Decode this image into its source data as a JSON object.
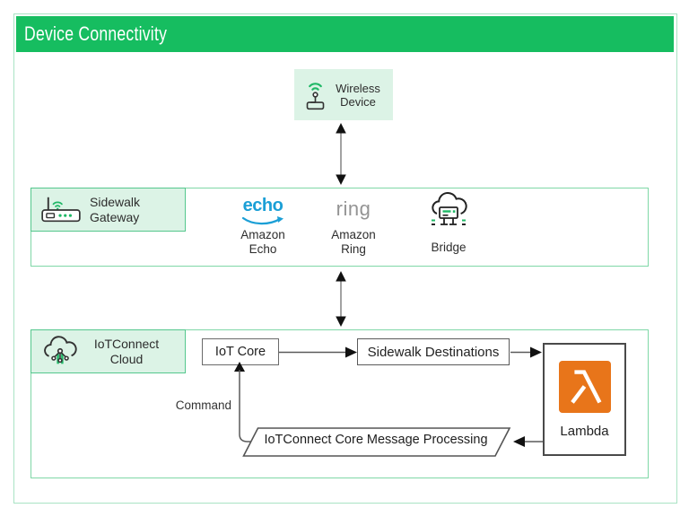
{
  "title_bar": {
    "title": "Device Connectivity"
  },
  "device": {
    "label": "Wireless Device"
  },
  "gateway": {
    "label": "Sidewalk Gateway",
    "echo_logo": "echo",
    "echo_label": "Amazon Echo",
    "ring_logo": "ring",
    "ring_label": "Amazon Ring",
    "bridge_label": "Bridge"
  },
  "cloud": {
    "label": "IoTConnect Cloud",
    "iot_core": "IoT Core",
    "destinations": "Sidewalk Destinations",
    "lambda": "Lambda",
    "processing": "IoTConnect Core Message Processing",
    "command": "Command"
  },
  "colors": {
    "header_green": "#16bd60",
    "panel_green": "#dcf3e6",
    "frame_border": "#a9e3c4",
    "container_border": "#7fd7a7",
    "label_border": "#54c78d",
    "wifi_green": "#1fb866",
    "echo_blue": "#1b9fd6",
    "ring_gray": "#949494",
    "lambda_orange": "#e8751a",
    "text_dark": "#2d2d2d"
  }
}
